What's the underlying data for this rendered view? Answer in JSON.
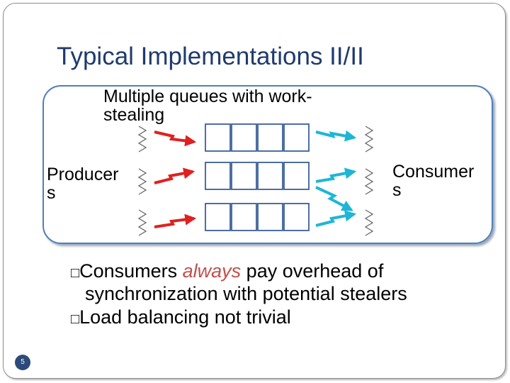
{
  "slide": {
    "title": "Typical Implementations II/II",
    "heading_line1": "Multiple queues with work-",
    "heading_line2": "stealing",
    "producers_line1": "Producer",
    "producers_line2": "s",
    "consumers_line1": "Consumer",
    "consumers_line2": "s",
    "bullets": {
      "b1_marker": "□",
      "b1_part1": "Consumers ",
      "b1_emph": "always",
      "b1_part2": " pay overhead of",
      "b1_line2": "synchronization with potential stealers",
      "b2_marker": "□",
      "b2_text": "Load balancing not trivial"
    },
    "page_number": "5"
  },
  "colors": {
    "title": "#1f3b6e",
    "panel_border": "#4f7fb8",
    "producer_arrow": "#e02020",
    "consumer_arrow": "#1fb6d6",
    "emphasis": "#c0504d",
    "queue_cell": "#3a5f9a"
  }
}
